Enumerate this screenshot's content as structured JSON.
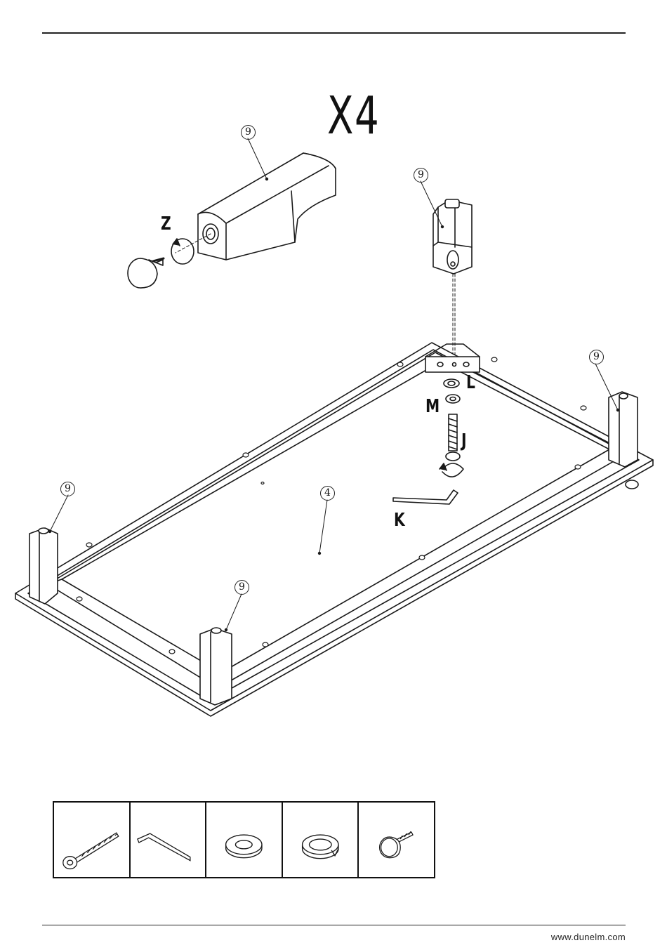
{
  "header": {
    "quantity": "X4"
  },
  "callouts": {
    "leg": "9",
    "panel": "4"
  },
  "hardware_letters": {
    "foot": "Z",
    "bracket": "L",
    "washer": "M",
    "bolt": "J",
    "key": "K"
  },
  "parts_table": {
    "items": [
      {
        "icon": "bolt-icon"
      },
      {
        "icon": "allen-key-icon"
      },
      {
        "icon": "flat-washer-icon"
      },
      {
        "icon": "spring-washer-icon"
      },
      {
        "icon": "adjustable-foot-icon"
      }
    ]
  },
  "footer": {
    "url": "www.dunelm.com"
  }
}
